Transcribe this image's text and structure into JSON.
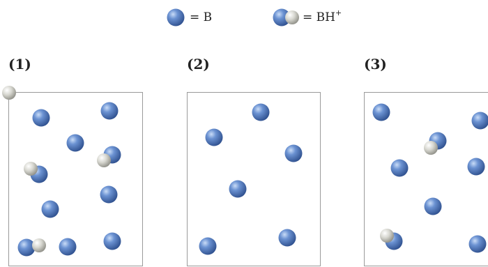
{
  "legend": {
    "items": [
      {
        "text": "= B",
        "icon": "blue-sphere-icon"
      },
      {
        "text": "= BH",
        "superscript": "+",
        "icon": "blue-sphere-with-white-sphere-icon"
      }
    ]
  },
  "panels": [
    {
      "label": "(1)",
      "species": [
        "B",
        "BH+",
        "B",
        "BH+",
        "BH+",
        "B",
        "B",
        "B",
        "BH+",
        "B"
      ]
    },
    {
      "label": "(2)",
      "species": [
        "B",
        "B",
        "B",
        "B",
        "B",
        "B"
      ]
    },
    {
      "label": "(3)",
      "species": [
        "B",
        "B",
        "BH+",
        "B",
        "B",
        "B",
        "BH+",
        "B"
      ]
    }
  ],
  "colors": {
    "base_blue": "#4a73b8",
    "proton_white": "#c9c9c9",
    "border": "#9a9a9a"
  }
}
